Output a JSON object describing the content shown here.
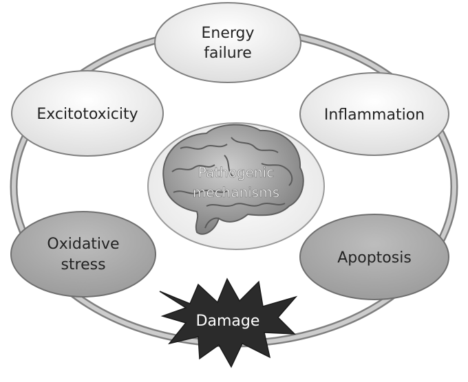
{
  "center": {
    "line1": "Pathogenic",
    "line2": "mechanisms"
  },
  "nodes": {
    "energy_failure": {
      "line1": "Energy",
      "line2": "failure"
    },
    "inflammation": {
      "line1": "Inflammation"
    },
    "apoptosis": {
      "line1": "Apoptosis"
    },
    "damage": {
      "line1": "Damage"
    },
    "oxidative_stress": {
      "line1": "Oxidative",
      "line2": "stress"
    },
    "excitotoxicity": {
      "line1": "Excitotoxicity"
    }
  },
  "colors": {
    "ring_outer": "#7f7f7f",
    "ring_inner": "#c9c9c9",
    "light_oval": "#ececec",
    "dark_oval": "#a9a9a9",
    "burst": "#2b2b2b",
    "text_dark": "#222222",
    "text_light": "#ffffff"
  }
}
